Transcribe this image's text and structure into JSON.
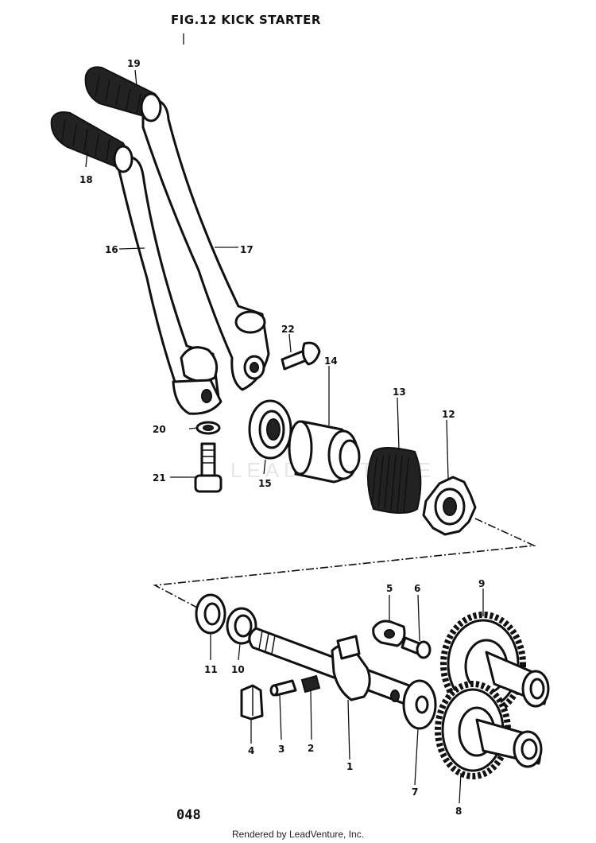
{
  "figure": {
    "title": "FIG.12  KICK STARTER",
    "page_number": "048"
  },
  "footer": "Rendered by LeadVenture, Inc.",
  "watermark": "LEADVENTURE",
  "callouts": {
    "c1": "1",
    "c2": "2",
    "c3": "3",
    "c4": "4",
    "c5": "5",
    "c6": "6",
    "c7": "7",
    "c8": "8",
    "c9": "9",
    "c10": "10",
    "c11": "11",
    "c12": "12",
    "c13": "13",
    "c14": "14",
    "c15": "15",
    "c16": "16",
    "c17": "17",
    "c18": "18",
    "c19": "19",
    "c20": "20",
    "c21": "21",
    "c22": "22"
  }
}
